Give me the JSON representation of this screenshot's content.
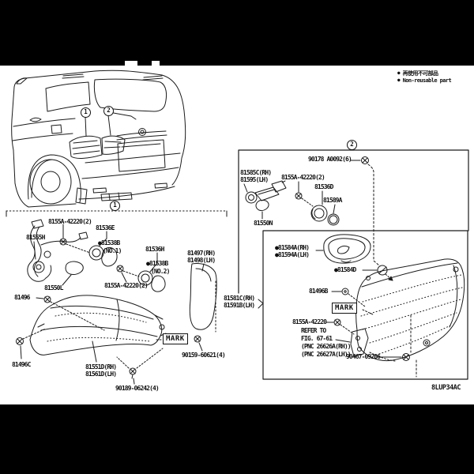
{
  "colors": {
    "ink": "#111111",
    "paper": "#ffffff",
    "letterbox": "#000000"
  },
  "legend": {
    "bullet": "●",
    "jp": "再使用不可部品",
    "en": "Non-reusable part"
  },
  "callouts": {
    "one": "1",
    "two": "2"
  },
  "mark": "MARK",
  "footer": {
    "drawing_code": "8LUP34AC"
  },
  "section1": {
    "screw_upper": "8155A-42220(2)",
    "harness": "81555H",
    "socket1": "81536E",
    "bulb1": "●81538B",
    "bulb1_no": "(NO.1)",
    "socket2": "81536H",
    "bulb2": "●81538B",
    "bulb2_no": "(NO.2)",
    "cover_rh": "81497(RH)",
    "cover_lh": "81498(LH)",
    "pad": "81550L",
    "screw_lower": "8155A-42220(2)",
    "screw_81496": "81496",
    "screw_81496c": "81496C",
    "lens_rh": "81551D(RH)",
    "lens_lh": "81561D(LH)",
    "grommet": "90189-06242(4)",
    "screw_mark": "90159-60621(4)"
  },
  "section2": {
    "nut": "90178 A0092(6)",
    "socket_rh": "81585C(RH)",
    "socket_lh": "81595(LH)",
    "screw_upper": "8155A-42220(2)",
    "socket": "81536D",
    "oring": "81589A",
    "pad": "81550N",
    "gasket_rh": "●81584A(RH)",
    "gasket_lh": "●81594A(LH)",
    "grommet": "●81584D",
    "screw_81496b": "81496B",
    "body_rh": "81581C(RH)",
    "body_lh": "81591B(LH)",
    "screw_lower": "8155A-42220",
    "refer_1": "REFER TO",
    "refer_2": "FIG. 67-61",
    "refer_3": "(PNC 26626A(RH))",
    "refer_4": "(PNC 26627A(LH))",
    "clip": "90467-09206"
  }
}
